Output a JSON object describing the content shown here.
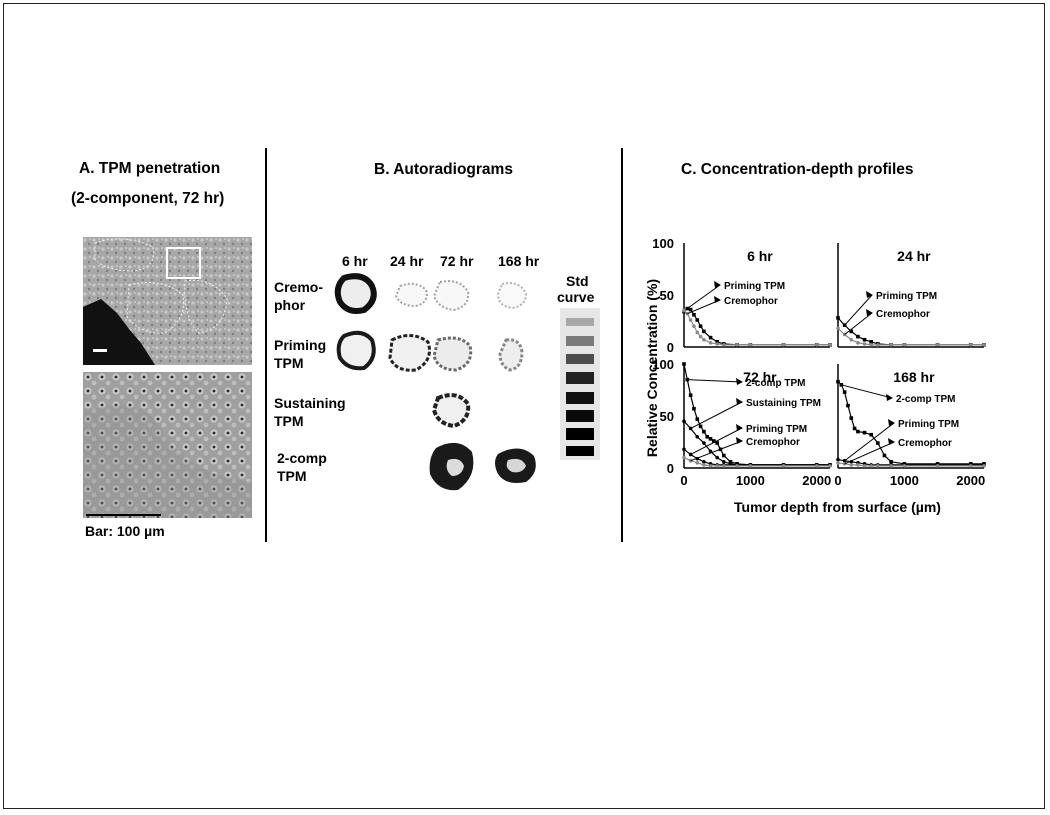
{
  "panel_a": {
    "title": "A. TPM penetration",
    "subtitle": "(2-component, 72 hr)",
    "bar_label": "Bar: 100 µm"
  },
  "panel_b": {
    "title": "B. Autoradiograms",
    "time_labels": [
      "6 hr",
      "24 hr",
      "72 hr",
      "168 hr"
    ],
    "row_labels": [
      {
        "line1": "Cremo-",
        "line2": "phor"
      },
      {
        "line1": "Priming",
        "line2": "TPM"
      },
      {
        "line1": "Sustaining",
        "line2": "TPM"
      },
      {
        "line1": "2-comp",
        "line2": "TPM"
      }
    ],
    "std_curve": {
      "line1": "Std",
      "line2": "curve"
    }
  },
  "panel_c": {
    "title": "C. Concentration-depth profiles",
    "ylabel": "Relative Concentration (%)",
    "xlabel": "Tumor depth from surface (µm)"
  },
  "chart_data": [
    {
      "type": "line",
      "title": "6 hr",
      "xlim": [
        0,
        2200
      ],
      "ylim": [
        0,
        100
      ],
      "yticks": [
        "100",
        "50",
        "0"
      ],
      "series": [
        {
          "name": "Priming TPM",
          "x": [
            0,
            50,
            100,
            150,
            200,
            250,
            300,
            400,
            500,
            600,
            800,
            1000,
            1500,
            2000,
            2200
          ],
          "y": [
            34,
            37,
            36,
            31,
            26,
            20,
            15,
            9,
            5,
            3,
            2,
            2,
            2,
            2,
            2
          ]
        },
        {
          "name": "Cremophor",
          "x": [
            0,
            50,
            100,
            150,
            200,
            250,
            300,
            400,
            500,
            600,
            800,
            1000,
            1500,
            2000,
            2200
          ],
          "y": [
            35,
            32,
            26,
            20,
            14,
            10,
            7,
            4,
            3,
            2,
            2,
            2,
            2,
            2,
            2
          ]
        }
      ]
    },
    {
      "type": "line",
      "title": "24 hr",
      "xlim": [
        0,
        2200
      ],
      "ylim": [
        0,
        100
      ],
      "series": [
        {
          "name": "Priming TPM",
          "x": [
            0,
            100,
            200,
            300,
            400,
            500,
            600,
            800,
            1000,
            1500,
            2000,
            2200
          ],
          "y": [
            28,
            21,
            15,
            10,
            7,
            5,
            3,
            2,
            2,
            2,
            2,
            2
          ]
        },
        {
          "name": "Cremophor",
          "x": [
            0,
            100,
            200,
            300,
            400,
            500,
            600,
            800,
            1000,
            1500,
            2000,
            2200
          ],
          "y": [
            18,
            12,
            7,
            4,
            3,
            2,
            2,
            2,
            2,
            2,
            2,
            2
          ]
        }
      ]
    },
    {
      "type": "line",
      "title": "72 hr",
      "xlim": [
        0,
        2200
      ],
      "ylim": [
        0,
        100
      ],
      "yticks": [
        "100",
        "50",
        "0"
      ],
      "xticks": [
        "0",
        "1000",
        "2000"
      ],
      "series": [
        {
          "name": "2-comp TPM",
          "x": [
            0,
            50,
            100,
            150,
            200,
            250,
            300,
            350,
            400,
            450,
            500,
            550,
            600,
            700,
            800,
            1000,
            1500,
            2000,
            2200
          ],
          "y": [
            100,
            85,
            70,
            57,
            47,
            40,
            35,
            30,
            28,
            26,
            24,
            18,
            12,
            6,
            4,
            3,
            3,
            3,
            3
          ]
        },
        {
          "name": "Sustaining TPM",
          "x": [
            0,
            100,
            200,
            300,
            400,
            500,
            600,
            700,
            800,
            1000,
            1500,
            2000,
            2200
          ],
          "y": [
            45,
            38,
            30,
            24,
            16,
            10,
            6,
            4,
            3,
            3,
            3,
            3,
            3
          ]
        },
        {
          "name": "Priming TPM",
          "x": [
            0,
            100,
            200,
            300,
            400,
            500,
            600,
            800,
            1000,
            1500,
            2000,
            2200
          ],
          "y": [
            18,
            13,
            9,
            6,
            4,
            3,
            3,
            3,
            3,
            3,
            3,
            3
          ]
        },
        {
          "name": "Cremophor",
          "x": [
            0,
            100,
            200,
            300,
            400,
            500,
            600,
            800,
            1000,
            1500,
            2000,
            2200
          ],
          "y": [
            10,
            7,
            5,
            3,
            2,
            2,
            2,
            2,
            2,
            2,
            2,
            2
          ]
        }
      ]
    },
    {
      "type": "line",
      "title": "168 hr",
      "xlim": [
        0,
        2200
      ],
      "ylim": [
        0,
        100
      ],
      "xticks": [
        "0",
        "1000",
        "2000"
      ],
      "series": [
        {
          "name": "2-comp TPM",
          "x": [
            0,
            50,
            100,
            150,
            200,
            250,
            300,
            400,
            500,
            600,
            700,
            800,
            1000,
            1500,
            2000,
            2200
          ],
          "y": [
            83,
            80,
            73,
            60,
            48,
            38,
            35,
            34,
            32,
            24,
            12,
            6,
            4,
            4,
            4,
            4
          ]
        },
        {
          "name": "Priming TPM",
          "x": [
            0,
            100,
            200,
            300,
            400,
            500,
            600,
            800,
            1000,
            1500,
            2000,
            2200
          ],
          "y": [
            8,
            7,
            6,
            5,
            4,
            3,
            3,
            3,
            3,
            3,
            3,
            3
          ]
        },
        {
          "name": "Cremophor",
          "x": [
            0,
            100,
            200,
            300,
            400,
            500,
            600,
            800,
            1000,
            1500,
            2000,
            2200
          ],
          "y": [
            5,
            4,
            3,
            3,
            2,
            2,
            2,
            2,
            2,
            2,
            2,
            2
          ]
        }
      ]
    }
  ],
  "colors": {
    "ink": "#000000",
    "gray_series": "#8a8a8a",
    "micrograph": "#9a9a9a"
  }
}
